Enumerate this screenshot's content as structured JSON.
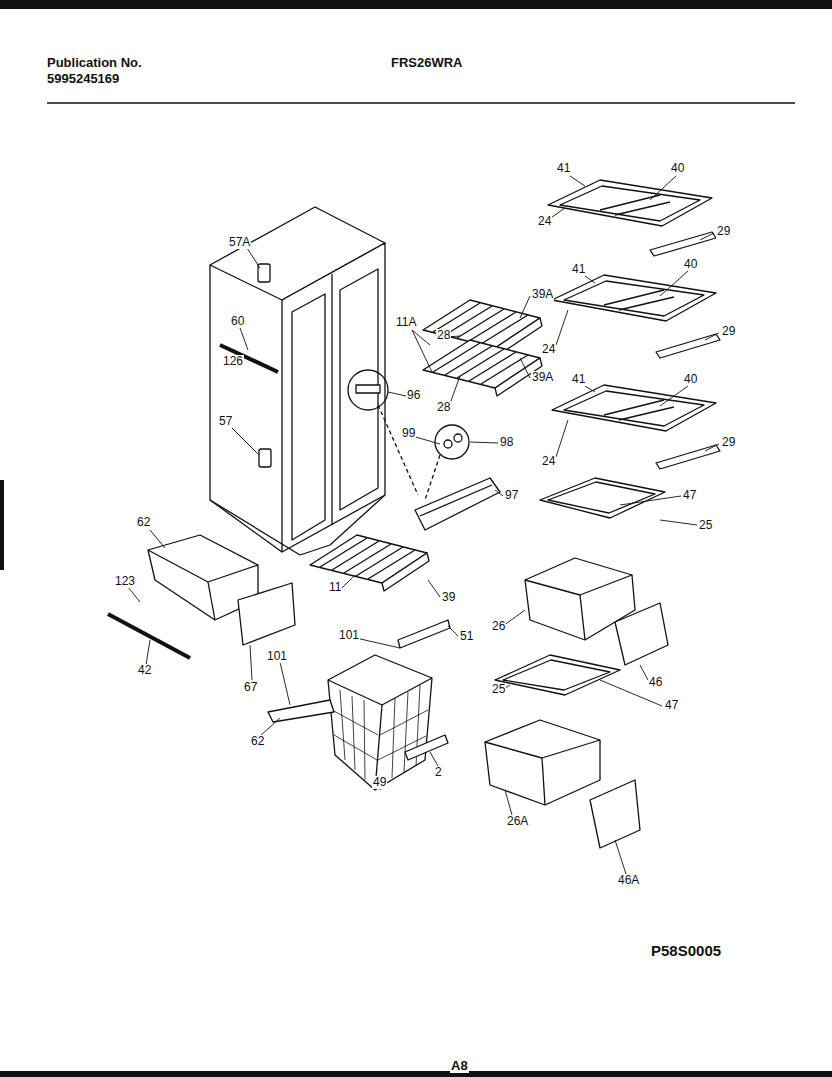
{
  "diagram": {
    "title": "FRS26WRA",
    "labels": [
      "Publication No.",
      "5995245169",
      "41",
      "40",
      "24",
      "29",
      "57A",
      "41",
      "40",
      "39A",
      "60",
      "11A",
      "28",
      "24",
      "29",
      "126",
      "39A",
      "41",
      "40",
      "96",
      "28",
      "57",
      "99",
      "98",
      "24",
      "29",
      "47",
      "97",
      "25",
      "62",
      "123",
      "11",
      "39",
      "26",
      "101",
      "51",
      "101",
      "42",
      "67",
      "46",
      "25",
      "47",
      "62",
      "2",
      "49",
      "26A",
      "46A",
      "P58S0005",
      "A8"
    ]
  }
}
